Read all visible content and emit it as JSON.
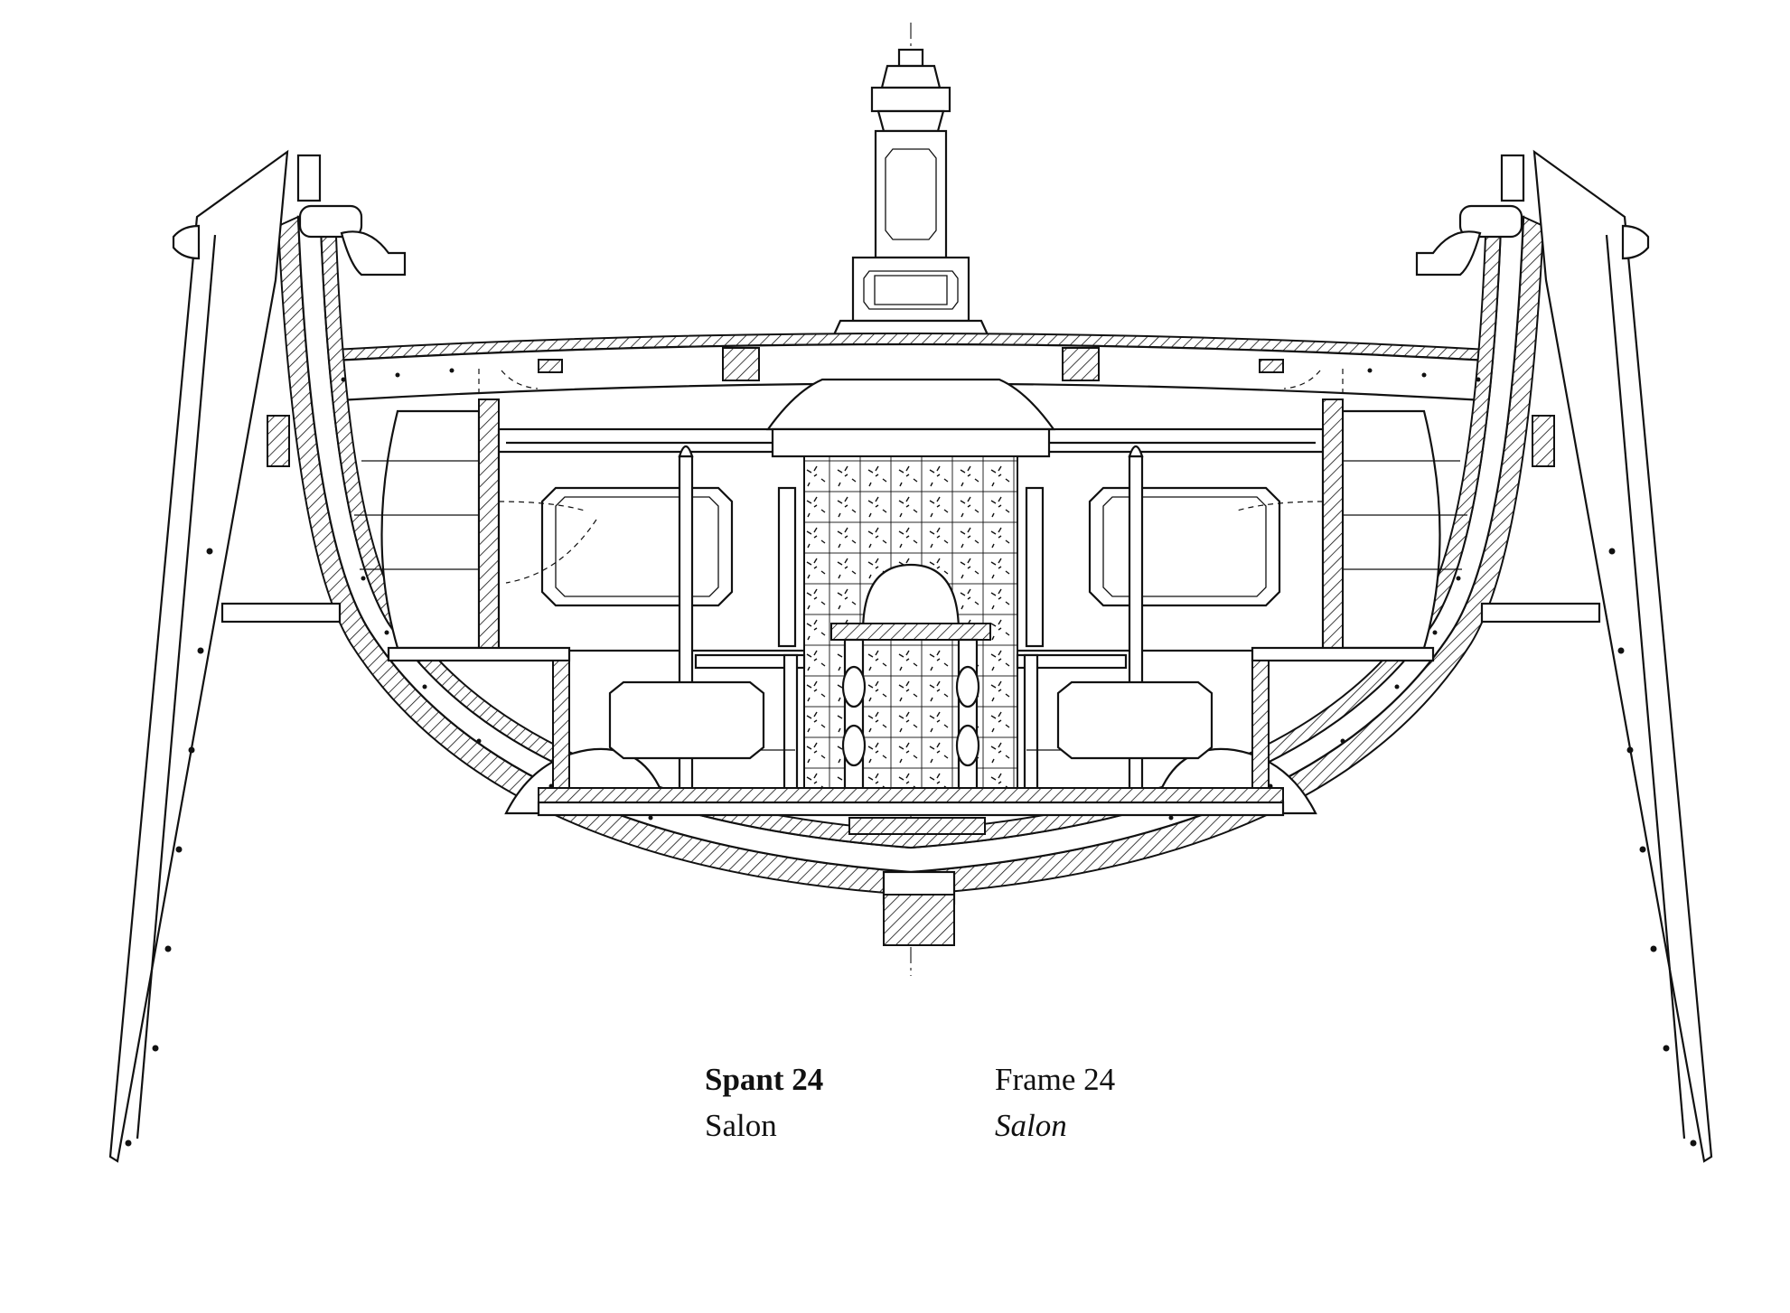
{
  "captions": {
    "german_title": "Spant 24",
    "german_subtitle": "Salon",
    "english_title": "Frame 24",
    "english_subtitle": "Salon"
  }
}
